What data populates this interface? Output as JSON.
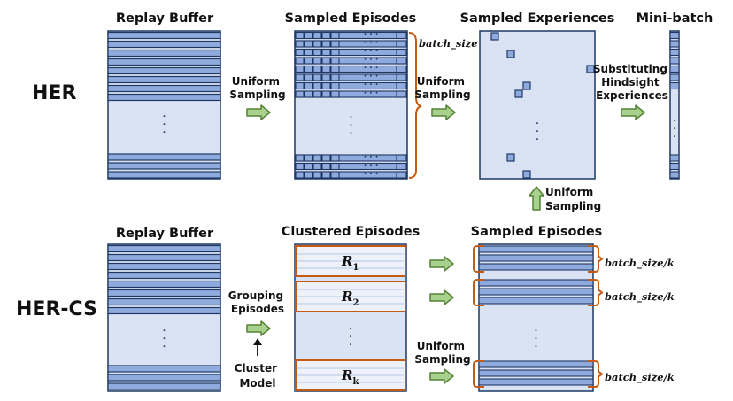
{
  "her": {
    "row_label": "HER",
    "replay_buffer_title": "Replay Buffer",
    "uniform_sampling_1": [
      "Uniform",
      "Sampling"
    ],
    "sampled_episodes_title": "Sampled Episodes",
    "batch_size_label": "batch_size",
    "uniform_sampling_2": [
      "Uniform",
      "Sampling"
    ],
    "sampled_experiences_title": "Sampled Experiences",
    "uniform_sampling_3": [
      "Uniform",
      "Sampling"
    ],
    "substituting_label": [
      "Substituting",
      "Hindsight",
      "Experiences"
    ],
    "minibatch_title": "Mini-batch"
  },
  "hercs": {
    "row_label": "HER-CS",
    "replay_buffer_title": "Replay Buffer",
    "grouping_label": [
      "Grouping",
      "Episodes"
    ],
    "cluster_label": [
      "Cluster",
      "Model"
    ],
    "clustered_episodes_title": "Clustered Episodes",
    "clusters": [
      {
        "name": "R",
        "sub": "1"
      },
      {
        "name": "R",
        "sub": "2"
      },
      {
        "name": "R",
        "sub": "k"
      }
    ],
    "uniform_sampling": [
      "Uniform",
      "Sampling"
    ],
    "sampled_episodes_title": "Sampled Episodes",
    "batch_labels": [
      "batch_size/k",
      "batch_size/k",
      "batch_size/k"
    ]
  },
  "colors": {
    "fill": "#dae3f3",
    "stripe": "#8faadc",
    "stroke": "#1f3864",
    "brace": "#c55a11",
    "arrow_fill": "#a9d18e",
    "arrow_stroke": "#548235"
  }
}
